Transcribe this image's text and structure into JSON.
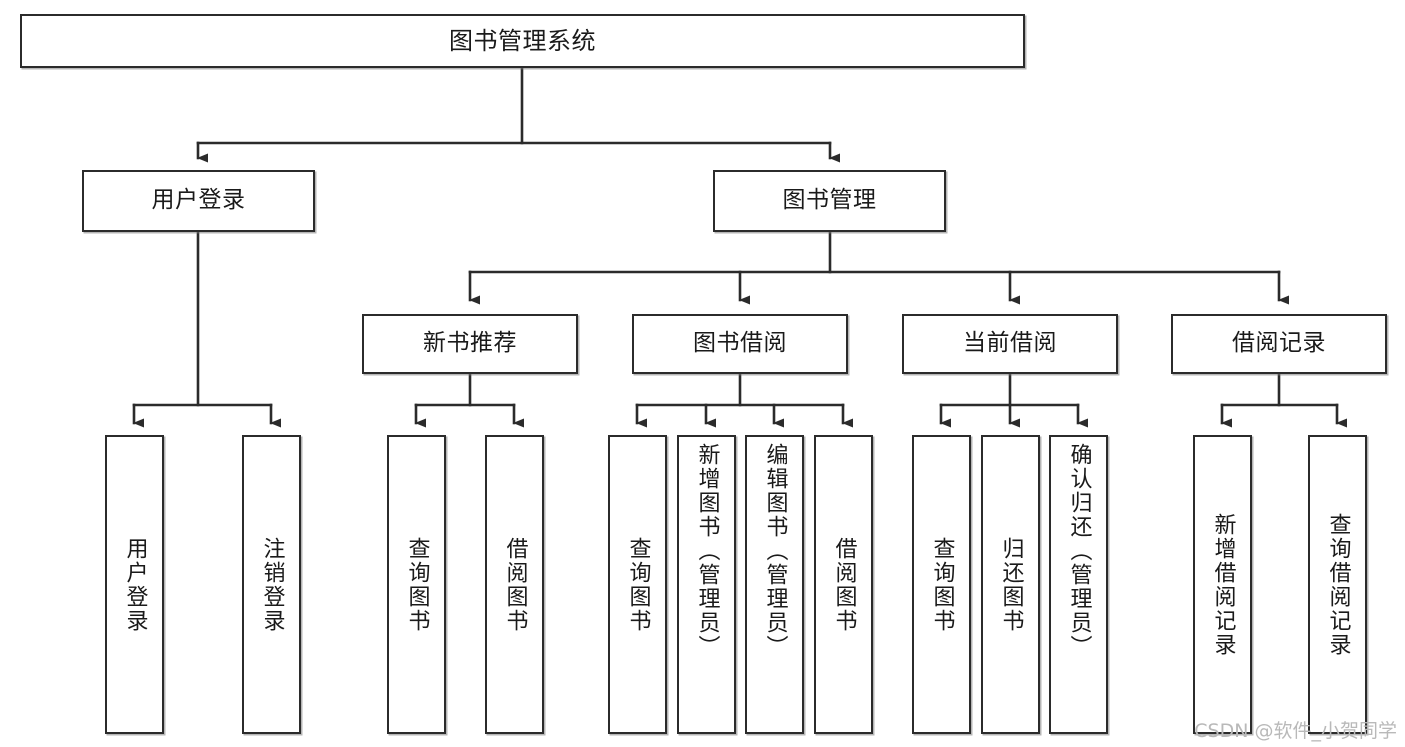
{
  "diagram": {
    "type": "tree-hierarchy-chart",
    "title": "图书管理系统",
    "colors": {
      "background": "#ffffff",
      "box_border": "#2b2b2b",
      "box_fill": "#ffffff",
      "text": "#1a1a1a",
      "edge": "#2b2b2b",
      "watermark": "#b9b9b9"
    },
    "root": {
      "label": "图书管理系统"
    },
    "level2": [
      {
        "label": "用户登录"
      },
      {
        "label": "图书管理"
      }
    ],
    "level3": [
      {
        "label": "新书推荐"
      },
      {
        "label": "图书借阅"
      },
      {
        "label": "当前借阅"
      },
      {
        "label": "借阅记录"
      }
    ],
    "leaves": {
      "user_login": [
        {
          "label": "用户登录"
        },
        {
          "label": "注销登录"
        }
      ],
      "new_book_recommend": [
        {
          "label": "查询图书"
        },
        {
          "label": "借阅图书"
        }
      ],
      "book_borrow": [
        {
          "label": "查询图书"
        },
        {
          "label": "新增图书（管理员）"
        },
        {
          "label": "编辑图书（管理员）"
        },
        {
          "label": "借阅图书"
        }
      ],
      "current_borrow": [
        {
          "label": "查询图书"
        },
        {
          "label": "归还图书"
        },
        {
          "label": "确认归还（管理员）"
        }
      ],
      "borrow_record": [
        {
          "label": "新增借阅记录"
        },
        {
          "label": "查询借阅记录"
        }
      ]
    }
  },
  "watermark": {
    "text": "CSDN @软件_小贺同学"
  }
}
